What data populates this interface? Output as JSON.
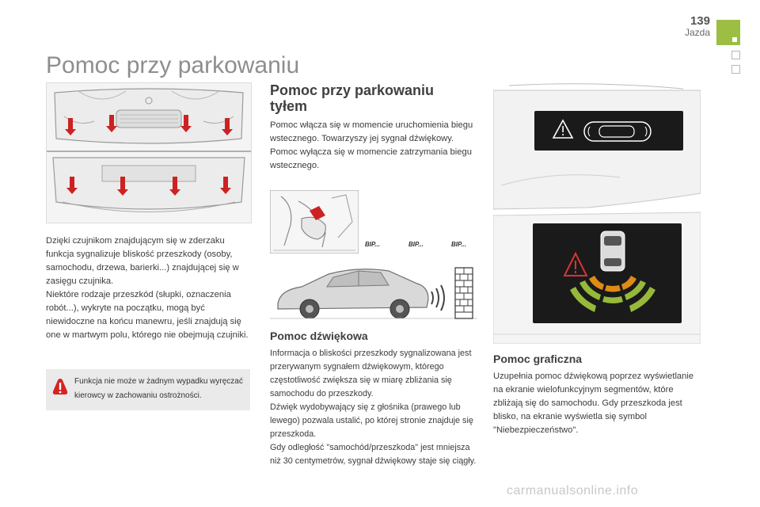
{
  "header": {
    "page_number": "139",
    "section": "Jazda",
    "accent_color": "#9bbe43"
  },
  "title": "Pomoc przy parkowaniu",
  "intro": {
    "paragraphs": [
      "Dzięki czujnikom znajdującym się w zderzaku funkcja sygnalizuje bliskość przeszkody (osoby, samochodu, drzewa, barierki...) znajdującej się w zasięgu czujnika.",
      "Niektóre rodzaje przeszkód (słupki, oznaczenia robót...), wykryte na początku, mogą być niewidoczne na końcu manewru, jeśli znajdują się one w martwym polu, którego nie obejmują czujniki."
    ]
  },
  "warning": {
    "icon": "warning-exclamation-icon",
    "text": "Funkcja nie może w żadnym wypadku wyręczać kierowcy w zachowaniu ostrożności."
  },
  "rear_assist": {
    "title_line1": "Pomoc przy parkowaniu",
    "title_line2": "tyłem",
    "paragraphs": [
      "Pomoc włącza się w momencie uruchomienia biegu wstecznego. Towarzyszy jej sygnał dźwiękowy.",
      "Pomoc wyłącza się w momencie zatrzymania biegu wstecznego."
    ],
    "beeps": [
      "BIP...",
      "BIP...",
      "BIP..."
    ]
  },
  "audio_assist": {
    "title": "Pomoc dźwiękowa",
    "paragraphs": [
      "Informacja o bliskości przeszkody sygnalizowana jest przerywanym sygnałem dźwiękowym, którego częstotliwość zwiększa się w miarę zbliżania się samochodu do przeszkody.",
      "Dźwięk wydobywający się z głośnika (prawego lub lewego) pozwala ustalić, po której stronie znajduje się przeszkoda.",
      "Gdy odległość \"samochód/przeszkoda\" jest mniejsza niż 30 centymetrów, sygnał dźwiękowy staje się ciągły."
    ]
  },
  "graphic_assist": {
    "title": "Pomoc graficzna",
    "paragraphs": [
      "Uzupełnia pomoc dźwiękową poprzez wyświetlanie na ekranie wielofunkcyjnym segmentów, które zbliżają się do samochodu. Gdy przeszkoda jest blisko, na ekranie wyświetla się symbol \"Niebezpieczeństwo\"."
    ]
  },
  "watermark": "carmanualsonline.info"
}
